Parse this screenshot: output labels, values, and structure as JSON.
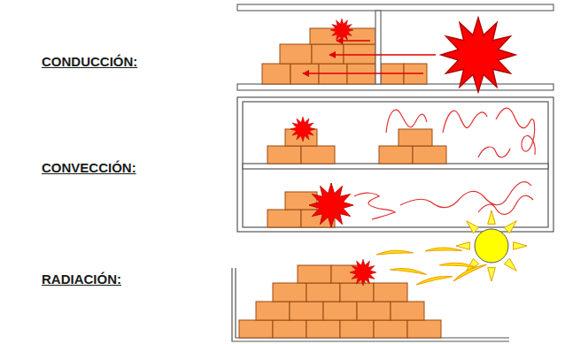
{
  "diagram": {
    "labels": [
      "CONDUCCIÓN:",
      "CONVECCIÓN:",
      "RADIACIÓN:"
    ]
  }
}
